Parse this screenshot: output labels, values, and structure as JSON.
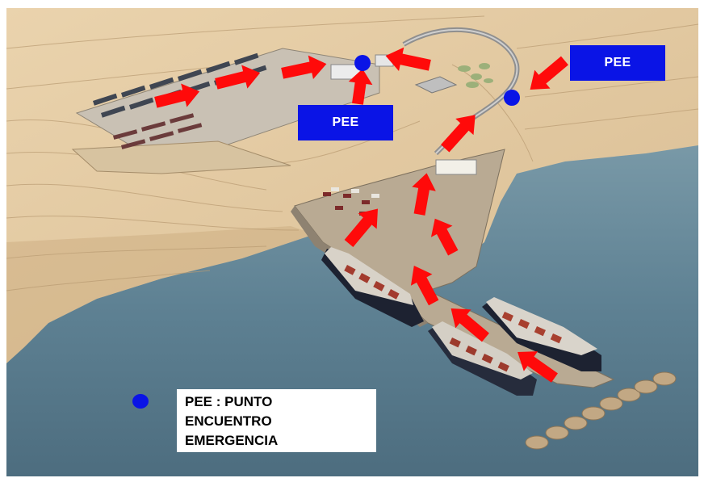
{
  "labels": {
    "pee_top": "PEE",
    "pee_mid": "PEE"
  },
  "legend": {
    "line1": "PEE : PUNTO",
    "line2": "ENCUENTRO",
    "line3": "EMERGENCIA"
  },
  "colors": {
    "label_blue": "#0a14e6",
    "arrow_red": "#ff0a0a",
    "sea": "#5f8497",
    "sand": "#e2c9a2",
    "pier": "#b7a892"
  }
}
